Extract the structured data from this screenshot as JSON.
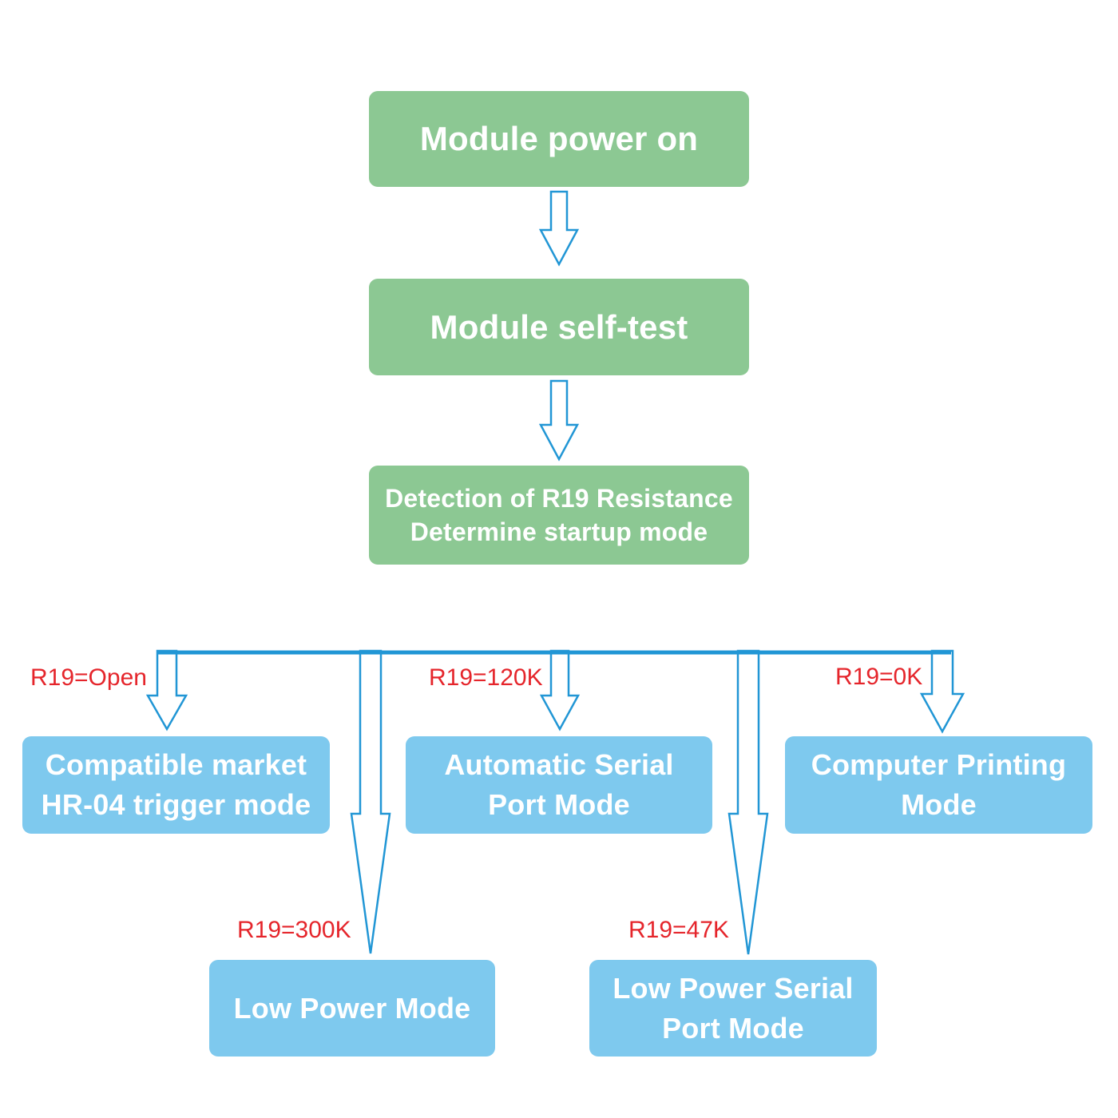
{
  "colors": {
    "background": "#ffffff",
    "node_green": "#8cc893",
    "node_blue": "#7ec9ee",
    "connector_blue": "#2196d5",
    "condition_red": "#e5252b",
    "node_text": "#ffffff"
  },
  "nodes": {
    "power_on": "Module power on",
    "self_test": "Module self-test",
    "detection": "Detection of R19 Resistance\nDetermine startup mode",
    "compatible_market": "Compatible market\nHR-04 trigger mode",
    "automatic_serial": "Automatic Serial\nPort Mode",
    "computer_printing": "Computer Printing\nMode",
    "low_power": "Low Power Mode",
    "low_power_serial": "Low Power Serial\nPort Mode"
  },
  "conditions": {
    "open": "R19=Open",
    "k120": "R19=120K",
    "k0": "R19=0K",
    "k300": "R19=300K",
    "k47": "R19=47K"
  }
}
